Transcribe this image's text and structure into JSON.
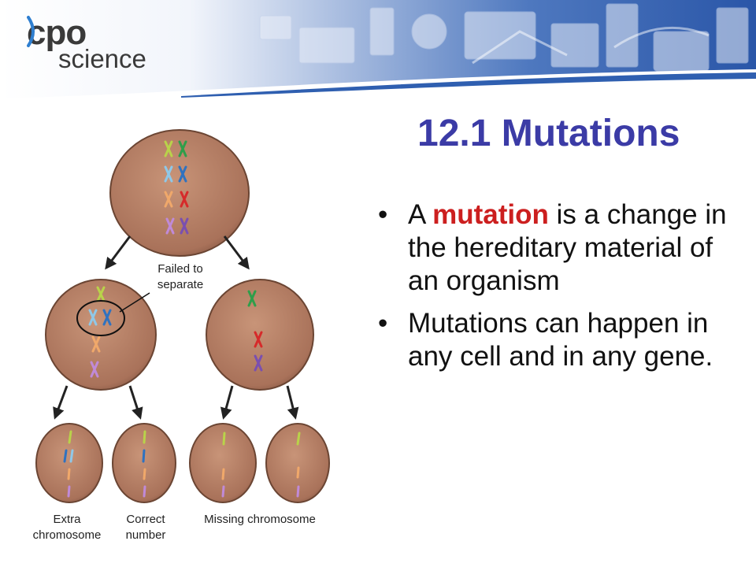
{
  "logo": {
    "cpo": "cpo",
    "science": "science"
  },
  "slide": {
    "title": "12.1 Mutations",
    "bullets": [
      {
        "before": "A ",
        "keyword": "mutation",
        "after": " is a change in the hereditary material of an organism"
      },
      {
        "text": "Mutations can happen in any cell and in any gene."
      }
    ],
    "bullet_glyph": "•"
  },
  "diagram": {
    "callout": "Failed to separate",
    "labels": {
      "extra": "Extra chromosome",
      "correct": "Correct number",
      "missing": "Missing chromosome"
    }
  },
  "colors": {
    "title": "#3b3ba6",
    "keyword": "#cc1f1f",
    "cell_fill": "#b07a60",
    "header_blue": "#2f5fb0"
  }
}
